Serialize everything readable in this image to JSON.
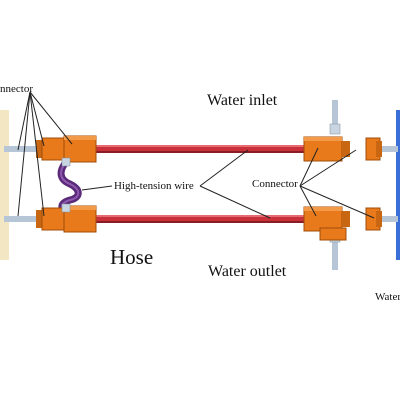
{
  "labels": {
    "connector_left": "nnector",
    "water_inlet": "Water inlet",
    "high_tension_wire": "High-tension wire",
    "connector_right": "Connector",
    "hose": "Hose",
    "water_outlet": "Water outlet",
    "water_right": "Water"
  },
  "colors": {
    "wire": "#c8303a",
    "wire_dark": "#8a1c24",
    "connector": "#e87a1c",
    "connector_dark": "#a04e0a",
    "hose": "#5a2a78",
    "pipe": "#b7c6d6",
    "panel_left": "#f3e6c2",
    "panel_right": "#3b6fd8",
    "leader": "#222222"
  }
}
